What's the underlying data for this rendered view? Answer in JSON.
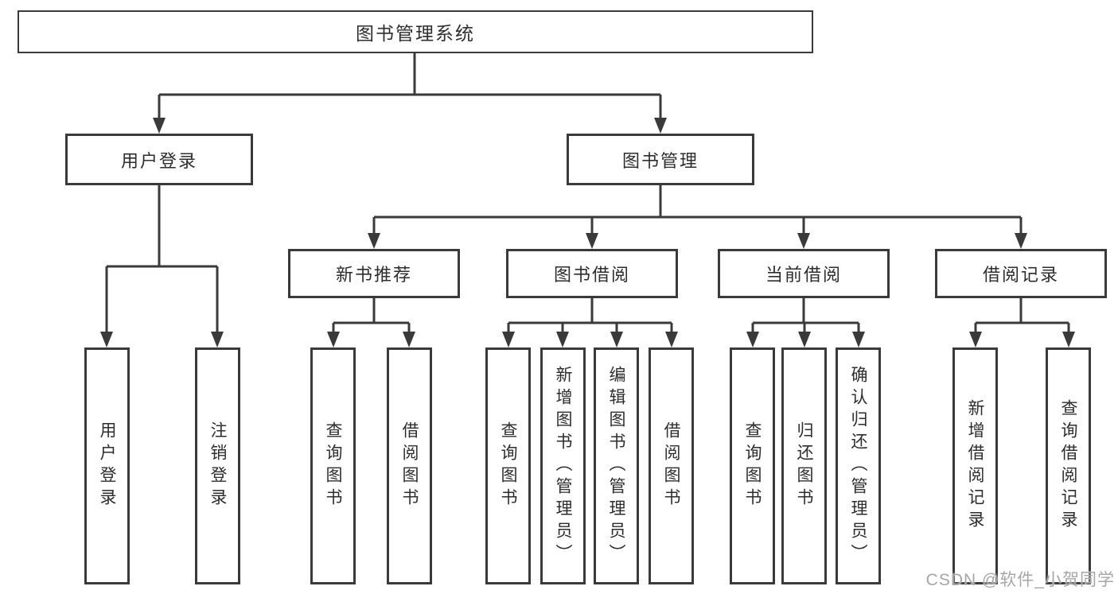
{
  "watermark": "CSDN @软件_小贺同学",
  "colors": {
    "line": "#3a3a3a",
    "text": "#2d2d2d",
    "background": "#ffffff",
    "watermark": "#a6a6a6"
  },
  "tree": {
    "label": "图书管理系统",
    "children": [
      {
        "label": "用户登录",
        "children": [
          {
            "label": "用户登录"
          },
          {
            "label": "注销登录"
          }
        ]
      },
      {
        "label": "图书管理",
        "children": [
          {
            "label": "新书推荐",
            "children": [
              {
                "label": "查询图书"
              },
              {
                "label": "借阅图书"
              }
            ]
          },
          {
            "label": "图书借阅",
            "children": [
              {
                "label": "查询图书"
              },
              {
                "label": "新增图书（管理员）"
              },
              {
                "label": "编辑图书（管理员）"
              },
              {
                "label": "借阅图书"
              }
            ]
          },
          {
            "label": "当前借阅",
            "children": [
              {
                "label": "查询图书"
              },
              {
                "label": "归还图书"
              },
              {
                "label": "确认归还（管理员）"
              }
            ]
          },
          {
            "label": "借阅记录",
            "children": [
              {
                "label": "新增借阅记录"
              },
              {
                "label": "查询借阅记录"
              }
            ]
          }
        ]
      }
    ]
  }
}
